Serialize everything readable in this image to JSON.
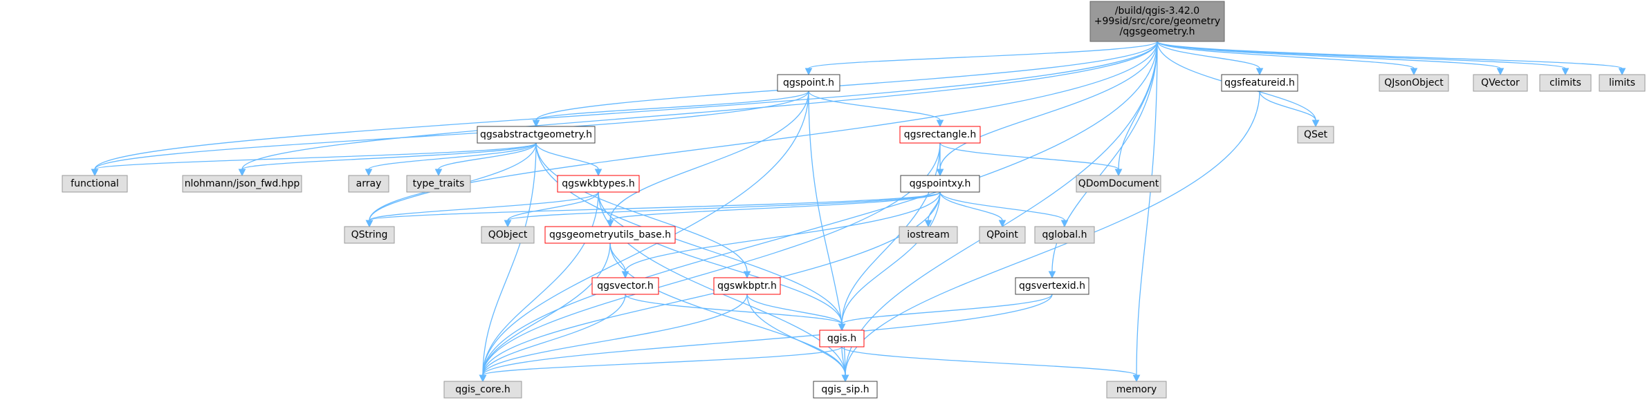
{
  "diagram": {
    "type": "include-dependency-graph",
    "colors": {
      "edge": "#63b8ff",
      "root_fill": "#999999",
      "root_border": "#666666",
      "file_fill": "#ffffff",
      "file_border": "#404040",
      "red_border": "#ff0000",
      "system_fill": "#e0e0e0",
      "system_border": "#999999"
    },
    "nodes": [
      {
        "id": "root",
        "lines": [
          "/build/qgis-3.42.0",
          "+99sid/src/core/geometry",
          "/qgsgeometry.h"
        ],
        "style": "root"
      },
      {
        "id": "qgspoint",
        "lines": [
          "qgspoint.h"
        ],
        "style": "file"
      },
      {
        "id": "qgsfeatureid",
        "lines": [
          "qgsfeatureid.h"
        ],
        "style": "file"
      },
      {
        "id": "QJsonObject",
        "lines": [
          "QJsonObject"
        ],
        "style": "system"
      },
      {
        "id": "QVector",
        "lines": [
          "QVector"
        ],
        "style": "system"
      },
      {
        "id": "climits",
        "lines": [
          "climits"
        ],
        "style": "system"
      },
      {
        "id": "limits",
        "lines": [
          "limits"
        ],
        "style": "system"
      },
      {
        "id": "qgsabstractgeometry",
        "lines": [
          "qgsabstractgeometry.h"
        ],
        "style": "file"
      },
      {
        "id": "qgsrectangle",
        "lines": [
          "qgsrectangle.h"
        ],
        "style": "red"
      },
      {
        "id": "QSet",
        "lines": [
          "QSet"
        ],
        "style": "system"
      },
      {
        "id": "functional",
        "lines": [
          "functional"
        ],
        "style": "system"
      },
      {
        "id": "nlohmann",
        "lines": [
          "nlohmann/json_fwd.hpp"
        ],
        "style": "system"
      },
      {
        "id": "array",
        "lines": [
          "array"
        ],
        "style": "system"
      },
      {
        "id": "type_traits",
        "lines": [
          "type_traits"
        ],
        "style": "system"
      },
      {
        "id": "qgswkbtypes",
        "lines": [
          "qgswkbtypes.h"
        ],
        "style": "red"
      },
      {
        "id": "qgspointxy",
        "lines": [
          "qgspointxy.h"
        ],
        "style": "file"
      },
      {
        "id": "QDomDocument",
        "lines": [
          "QDomDocument"
        ],
        "style": "system"
      },
      {
        "id": "QString",
        "lines": [
          "QString"
        ],
        "style": "system"
      },
      {
        "id": "QObject",
        "lines": [
          "QObject"
        ],
        "style": "system"
      },
      {
        "id": "qgsgeometryutils_base",
        "lines": [
          "qgsgeometryutils_base.h"
        ],
        "style": "red"
      },
      {
        "id": "iostream",
        "lines": [
          "iostream"
        ],
        "style": "system"
      },
      {
        "id": "QPoint",
        "lines": [
          "QPoint"
        ],
        "style": "system"
      },
      {
        "id": "qglobal",
        "lines": [
          "qglobal.h"
        ],
        "style": "system"
      },
      {
        "id": "qgsvector",
        "lines": [
          "qgsvector.h"
        ],
        "style": "red"
      },
      {
        "id": "qgswkbptr",
        "lines": [
          "qgswkbptr.h"
        ],
        "style": "red"
      },
      {
        "id": "qgsvertexid",
        "lines": [
          "qgsvertexid.h"
        ],
        "style": "file"
      },
      {
        "id": "qgis",
        "lines": [
          "qgis.h"
        ],
        "style": "red"
      },
      {
        "id": "qgis_core",
        "lines": [
          "qgis_core.h"
        ],
        "style": "system"
      },
      {
        "id": "qgis_sip",
        "lines": [
          "qgis_sip.h"
        ],
        "style": "file"
      },
      {
        "id": "memory",
        "lines": [
          "memory"
        ],
        "style": "system"
      }
    ],
    "edges": [
      [
        "root",
        "qgspoint"
      ],
      [
        "root",
        "qgsfeatureid"
      ],
      [
        "root",
        "QJsonObject"
      ],
      [
        "root",
        "QVector"
      ],
      [
        "root",
        "climits"
      ],
      [
        "root",
        "limits"
      ],
      [
        "root",
        "QSet"
      ],
      [
        "root",
        "qgsabstractgeometry"
      ],
      [
        "root",
        "functional"
      ],
      [
        "root",
        "nlohmann"
      ],
      [
        "root",
        "QString"
      ],
      [
        "root",
        "qgis_core"
      ],
      [
        "root",
        "QDomDocument"
      ],
      [
        "root",
        "qgspointxy"
      ],
      [
        "root",
        "qgsvertexid"
      ],
      [
        "root",
        "qgis_sip"
      ],
      [
        "root",
        "memory"
      ],
      [
        "qgspoint",
        "qgsabstractgeometry"
      ],
      [
        "qgspoint",
        "qgsrectangle"
      ],
      [
        "qgspoint",
        "qgsgeometryutils_base"
      ],
      [
        "qgspoint",
        "qgis_core"
      ],
      [
        "qgspoint",
        "qgis_sip"
      ],
      [
        "qgspoint",
        "functional"
      ],
      [
        "qgsfeatureid",
        "QSet"
      ],
      [
        "qgsfeatureid",
        "qgis_sip"
      ],
      [
        "qgsabstractgeometry",
        "functional"
      ],
      [
        "qgsabstractgeometry",
        "nlohmann"
      ],
      [
        "qgsabstractgeometry",
        "array"
      ],
      [
        "qgsabstractgeometry",
        "type_traits"
      ],
      [
        "qgsabstractgeometry",
        "qgswkbtypes"
      ],
      [
        "qgsabstractgeometry",
        "QString"
      ],
      [
        "qgsabstractgeometry",
        "qgis_core"
      ],
      [
        "qgsabstractgeometry",
        "qgswkbptr"
      ],
      [
        "qgsabstractgeometry",
        "qgis"
      ],
      [
        "qgsrectangle",
        "qgspointxy"
      ],
      [
        "qgsrectangle",
        "QDomDocument"
      ],
      [
        "qgsrectangle",
        "qgis_core"
      ],
      [
        "qgsrectangle",
        "qgis"
      ],
      [
        "qgswkbtypes",
        "QObject"
      ],
      [
        "qgswkbtypes",
        "QString"
      ],
      [
        "qgswkbtypes",
        "qgis_core"
      ],
      [
        "qgswkbtypes",
        "qgis"
      ],
      [
        "qgswkbtypes",
        "qgis_sip"
      ],
      [
        "qgspointxy",
        "QString"
      ],
      [
        "qgspointxy",
        "QObject"
      ],
      [
        "qgspointxy",
        "qgsgeometryutils_base"
      ],
      [
        "qgspointxy",
        "iostream"
      ],
      [
        "qgspointxy",
        "QPoint"
      ],
      [
        "qgspointxy",
        "qglobal"
      ],
      [
        "qgspointxy",
        "qgsvector"
      ],
      [
        "qgspointxy",
        "qgis"
      ],
      [
        "qgspointxy",
        "qgis_core"
      ],
      [
        "qgsgeometryutils_base",
        "qgsvector"
      ],
      [
        "qgsgeometryutils_base",
        "qgis_core"
      ],
      [
        "qgsgeometryutils_base",
        "qgis_sip"
      ],
      [
        "qgsvector",
        "qgis_core"
      ],
      [
        "qgsvector",
        "qgis"
      ],
      [
        "qgswkbptr",
        "qgis"
      ],
      [
        "qgswkbptr",
        "qgis_core"
      ],
      [
        "qgswkbptr",
        "qgis_sip"
      ],
      [
        "qgsvertexid",
        "qgis"
      ],
      [
        "qgsvertexid",
        "qgis_core"
      ],
      [
        "qgis",
        "qgis_core"
      ],
      [
        "qgis",
        "qgis_sip"
      ],
      [
        "qgis",
        "memory"
      ]
    ]
  }
}
